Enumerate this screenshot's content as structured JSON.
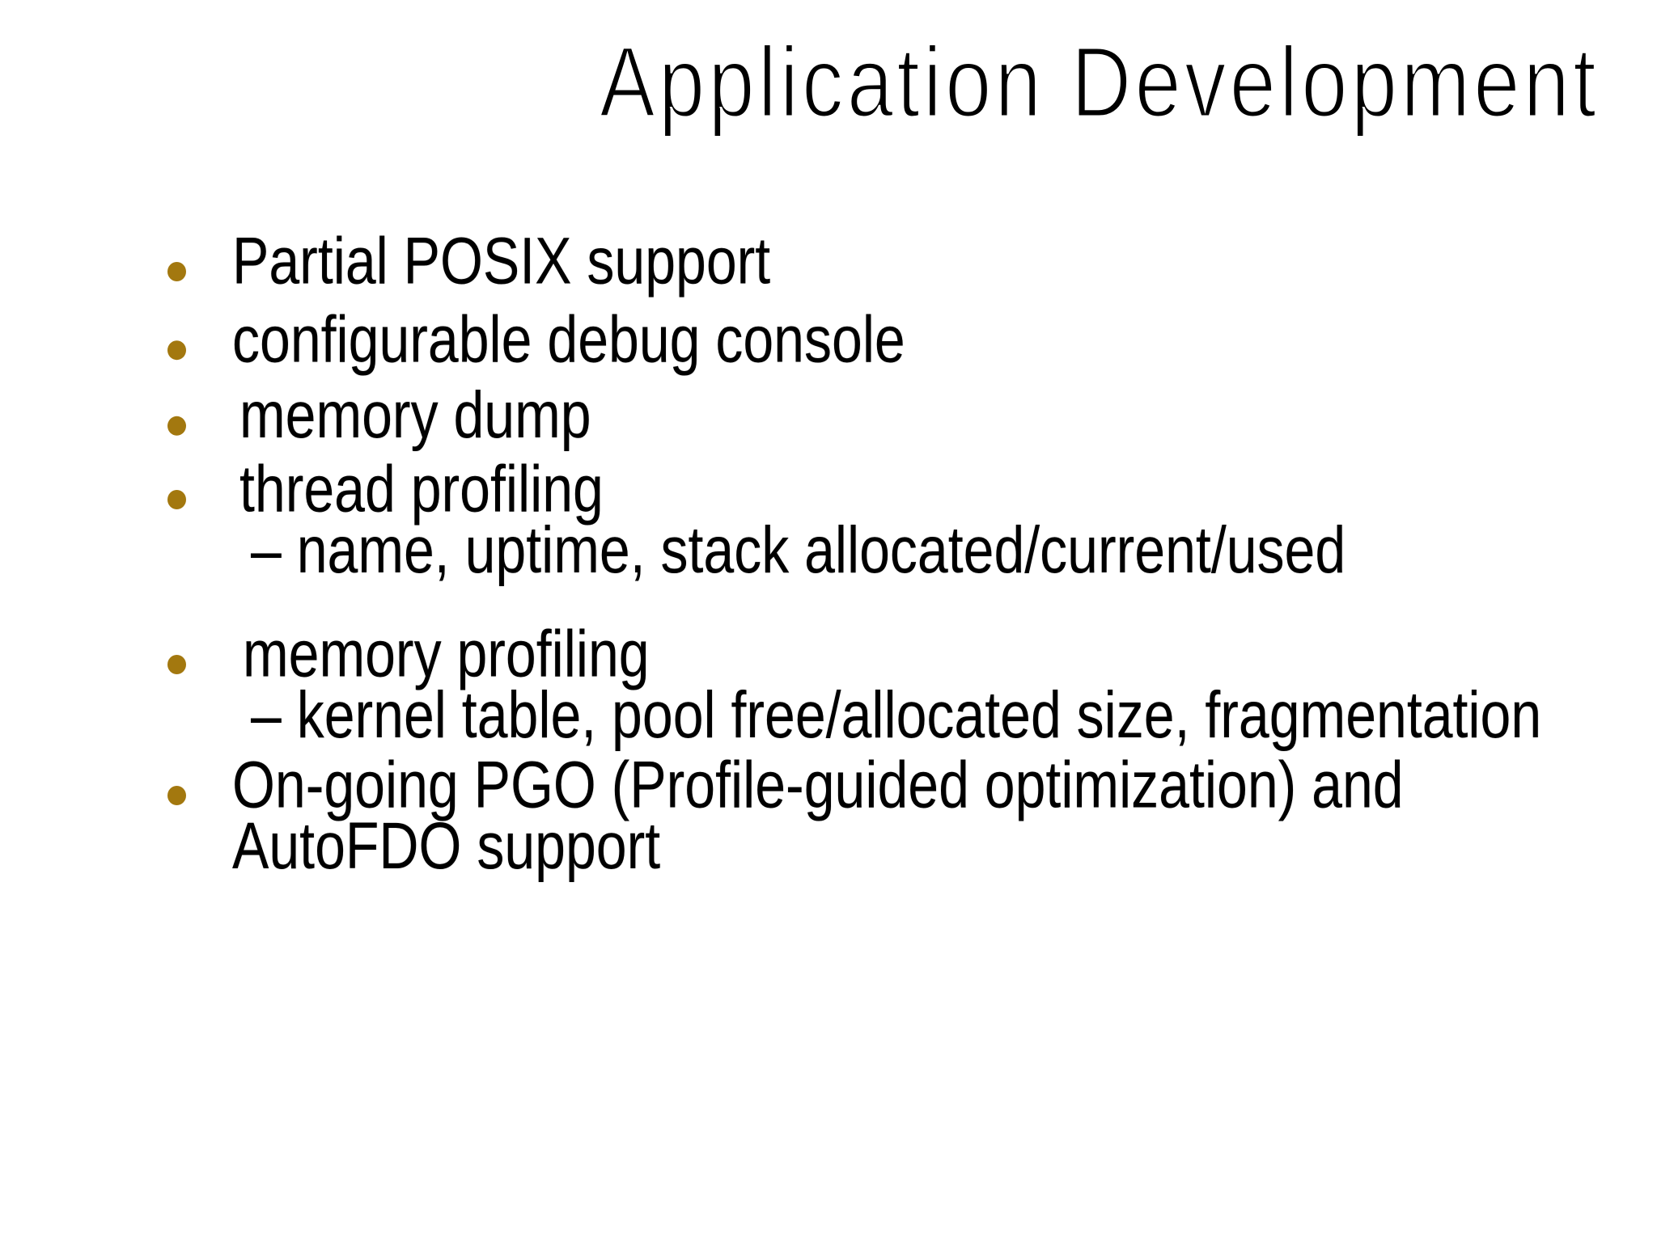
{
  "slide": {
    "title": "Application Development",
    "bullets": [
      {
        "text": "Partial POSIX support"
      },
      {
        "text": "configurable debug console"
      },
      {
        "text": "memory dump"
      },
      {
        "text": "thread profiling",
        "sub": "– name, uptime, stack allocated/current/used"
      },
      {
        "text": "memory profiling",
        "sub": "– kernel table, pool free/allocated size, fragmentation"
      },
      {
        "text": "On-going PGO (Profile-guided optimization) and",
        "text2": "AutoFDO support"
      }
    ],
    "colors": {
      "bullet": "#A3780F",
      "text": "#000000",
      "background": "#FFFFFF"
    }
  }
}
